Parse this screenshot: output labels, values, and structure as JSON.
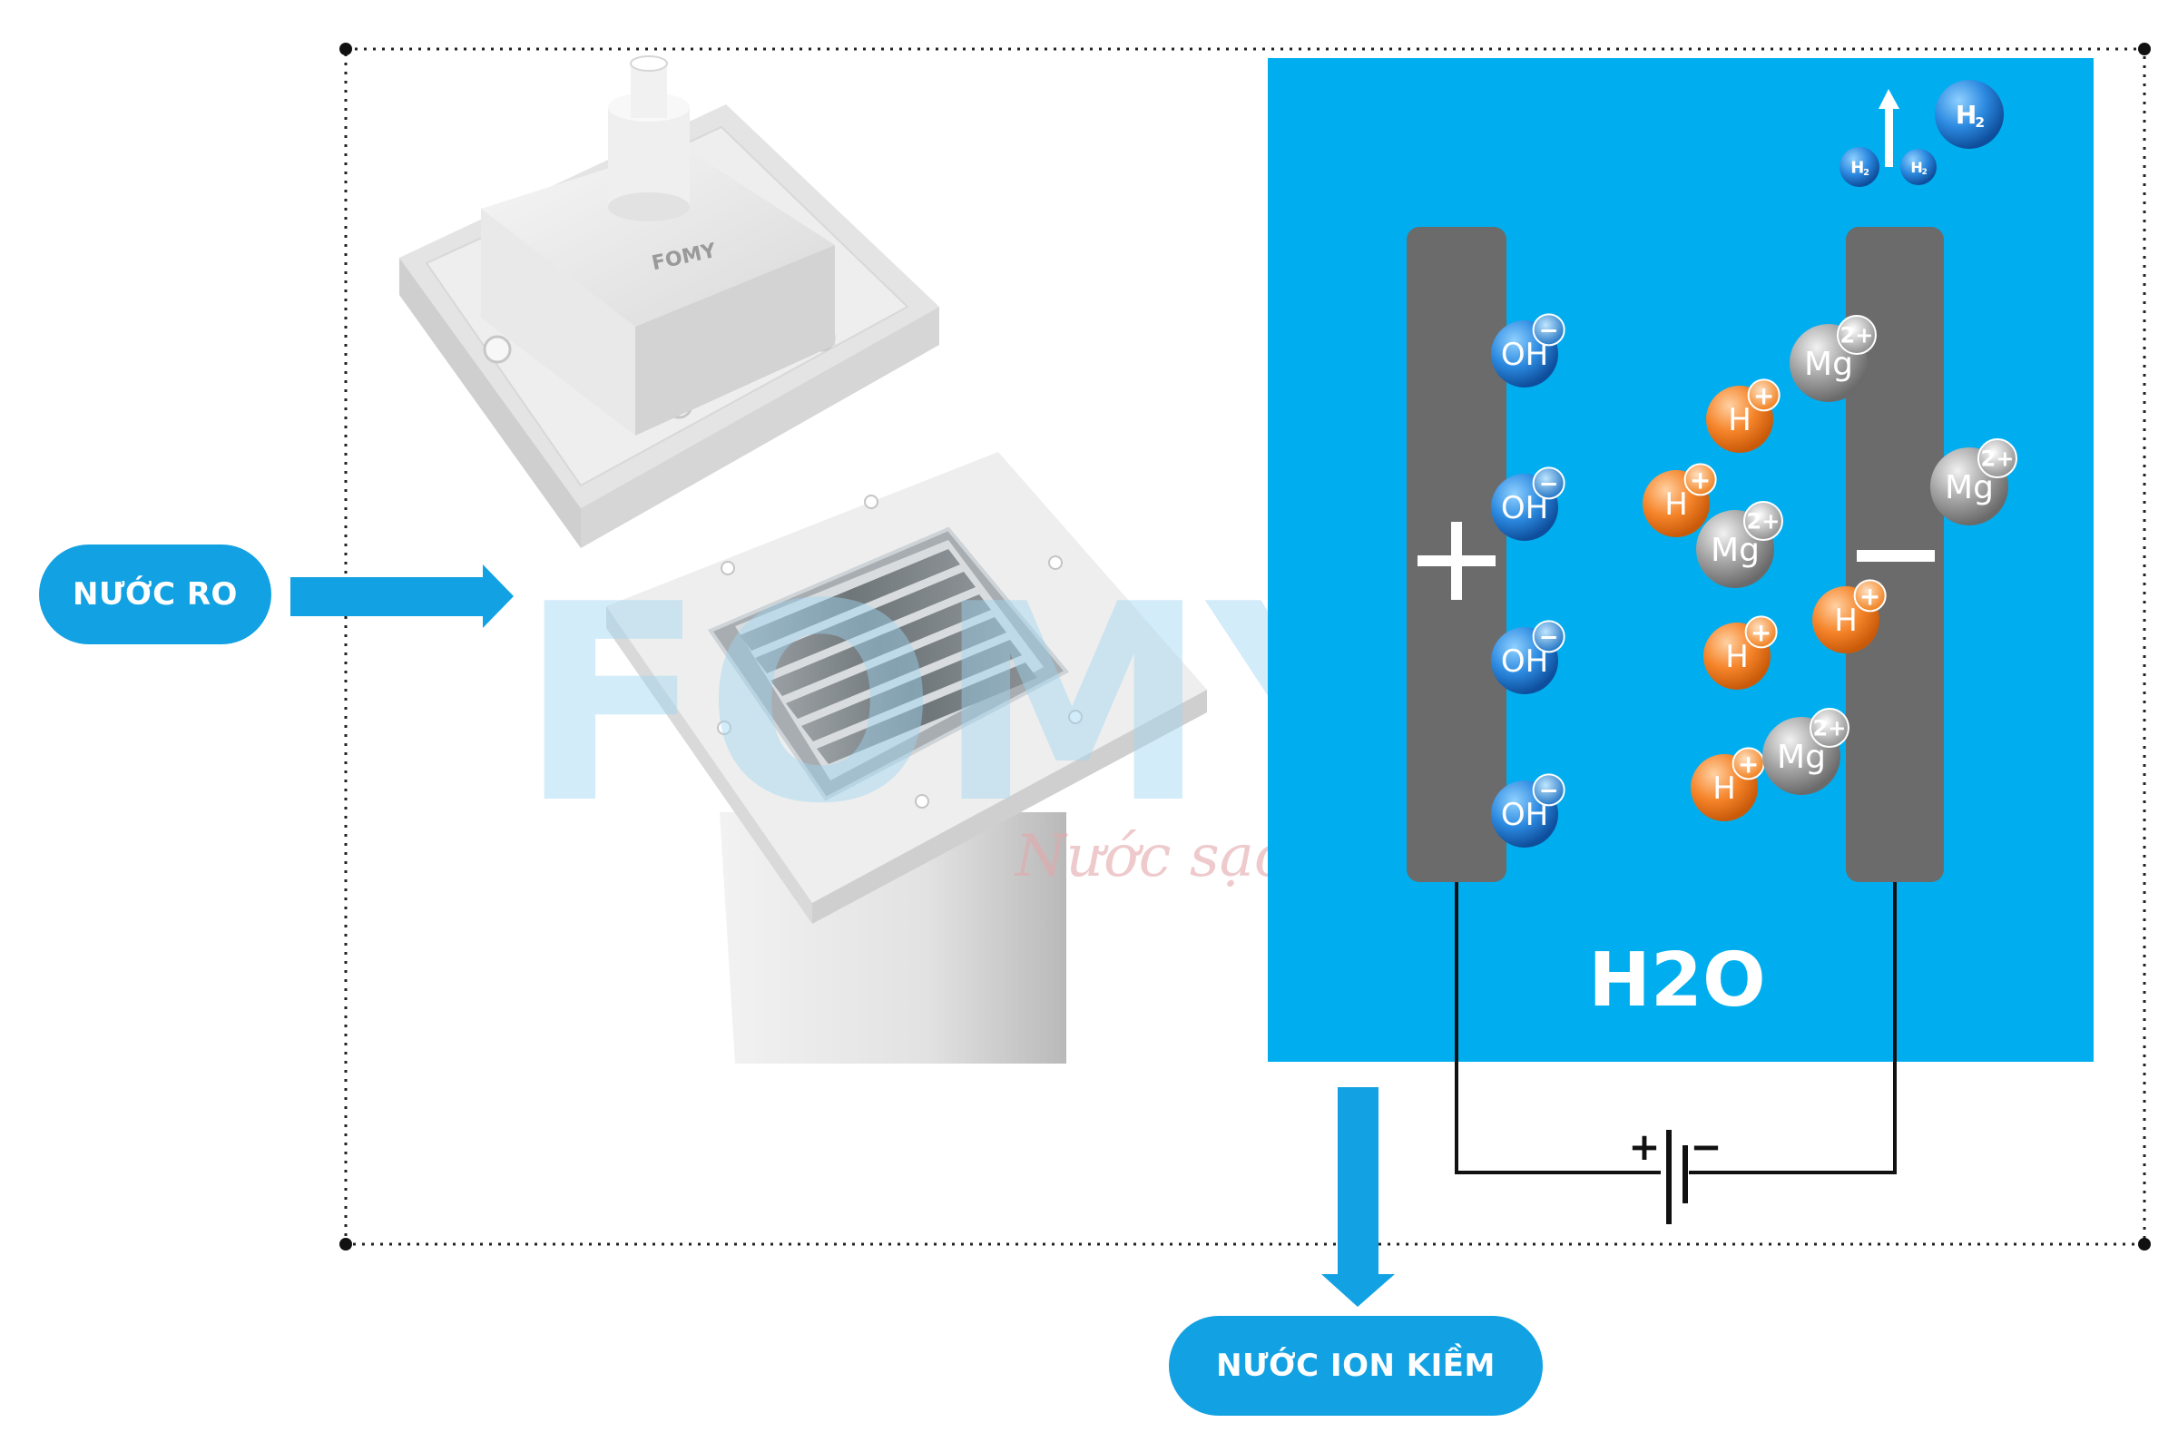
{
  "input_label": "NƯỚC RO",
  "output_label": "NƯỚC ION KIỀM",
  "brand": {
    "logo_text": "FOMY",
    "tagline": "Nước sạch từ tâm",
    "registered": "®"
  },
  "cell": {
    "water_label": "H2O",
    "anode_sign": "+",
    "cathode_sign": "—",
    "battery_plus": "+",
    "battery_minus": "−"
  },
  "ions": {
    "oh": {
      "base": "OH",
      "charge": "−",
      "count": 4
    },
    "h": {
      "base": "H",
      "charge": "+",
      "count": 5
    },
    "mg": {
      "base": "Mg",
      "charge": "2+",
      "count": 4
    },
    "h2": {
      "base": "H",
      "sub": "2",
      "count": 3
    }
  },
  "colors": {
    "panel": "#00aeef",
    "electrode": "#6b6b6b",
    "accent": "#12a1e3",
    "oh_ion": "#1b74c9",
    "h_ion": "#f5821f",
    "mg_ion": "#9a9a9a",
    "h2_gas": "#2f8fe0"
  }
}
